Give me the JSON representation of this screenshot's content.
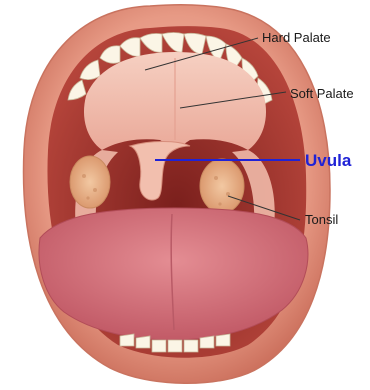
{
  "labels": {
    "hard_palate": "Hard Palate",
    "soft_palate": "Soft Palate",
    "uvula": "Uvula",
    "tonsil": "Tonsil"
  },
  "colors": {
    "lip": "#e79a85",
    "lip_dark": "#c86a57",
    "cavity": "#a8342e",
    "palate": "#f3c2b3",
    "tongue": "#d36f78",
    "teeth": "#fbf5e6",
    "tonsil": "#e7a978",
    "uvula_leader": "#1f22d6",
    "leader": "#333333"
  }
}
